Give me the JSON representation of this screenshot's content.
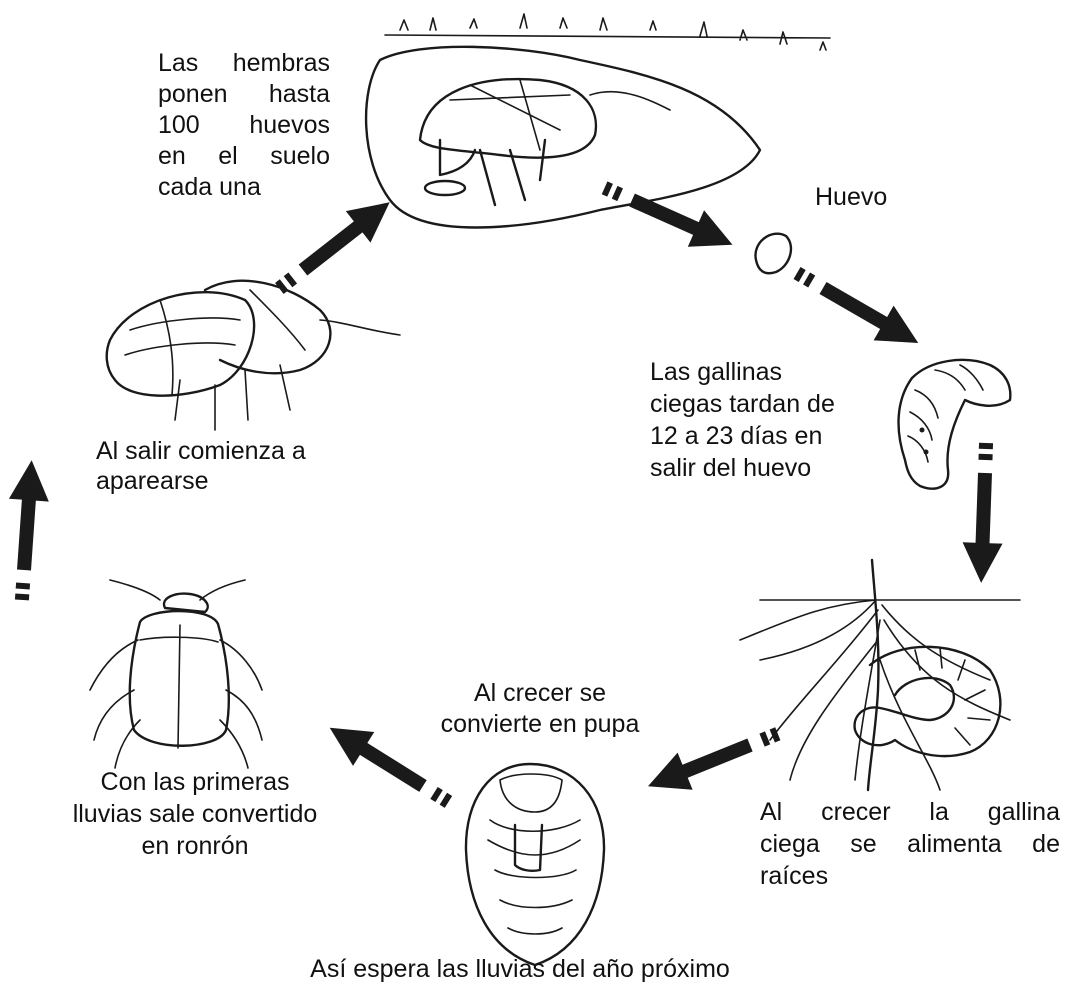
{
  "stages": {
    "laying": {
      "lines": [
        [
          "Las",
          "hembras"
        ],
        [
          "ponen",
          "hasta"
        ],
        [
          "100",
          "huevos"
        ],
        [
          "en",
          "el",
          "suelo"
        ],
        [
          "cada una"
        ]
      ]
    },
    "egg": {
      "label": "Huevo"
    },
    "hatch": {
      "lines": [
        "Las gallinas",
        "ciegas tardan de",
        "12 a 23 días en",
        "salir del huevo"
      ]
    },
    "larva": {
      "lines": [
        [
          "Al",
          "crecer",
          "la",
          "gallina"
        ],
        [
          "ciega",
          "se",
          "alimenta",
          "de"
        ],
        [
          "raíces"
        ]
      ]
    },
    "pupa": {
      "top_lines": [
        "Al crecer se",
        "convierte en pupa"
      ],
      "bottom": "Así espera las lluvias del año próximo"
    },
    "adult": {
      "lines": [
        "Con las primeras",
        "lluvias sale convertido",
        "en ronrón"
      ]
    },
    "mating": {
      "lines": [
        "Al salir comienza a",
        "aparearse"
      ]
    }
  },
  "colors": {
    "ink": "#1a1a1a",
    "background": "#ffffff"
  },
  "icons": [
    "arrow-icon",
    "beetle-laying-icon",
    "egg-icon",
    "grub-icon",
    "larva-roots-icon",
    "pupa-icon",
    "beetle-adult-icon",
    "beetles-mating-icon"
  ]
}
